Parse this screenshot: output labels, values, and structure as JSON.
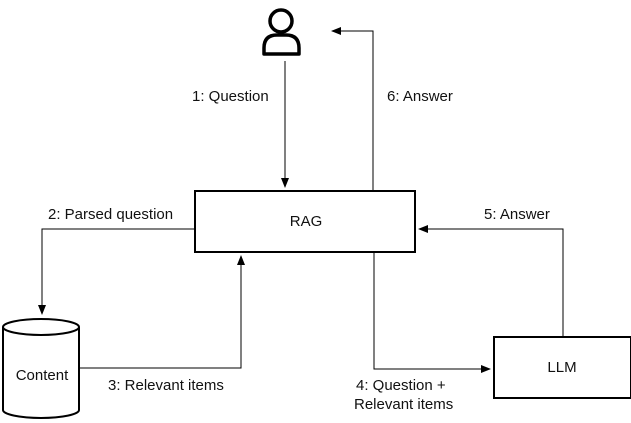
{
  "nodes": {
    "user": {
      "icon": "user-icon"
    },
    "rag": {
      "label": "RAG"
    },
    "content": {
      "label": "Content",
      "icon": "database-cylinder-icon"
    },
    "llm": {
      "label": "LLM"
    }
  },
  "edges": {
    "question": {
      "label": "1: Question"
    },
    "parsed_question": {
      "label": "2: Parsed question"
    },
    "relevant_items": {
      "label": "3: Relevant items"
    },
    "question_plus_items": {
      "line1": "4: Question +",
      "line2": "Relevant items"
    },
    "llm_answer": {
      "label": "5: Answer"
    },
    "final_answer": {
      "label": "6: Answer"
    }
  },
  "colors": {
    "stroke": "#000000",
    "text": "#111111",
    "background": "#ffffff"
  }
}
